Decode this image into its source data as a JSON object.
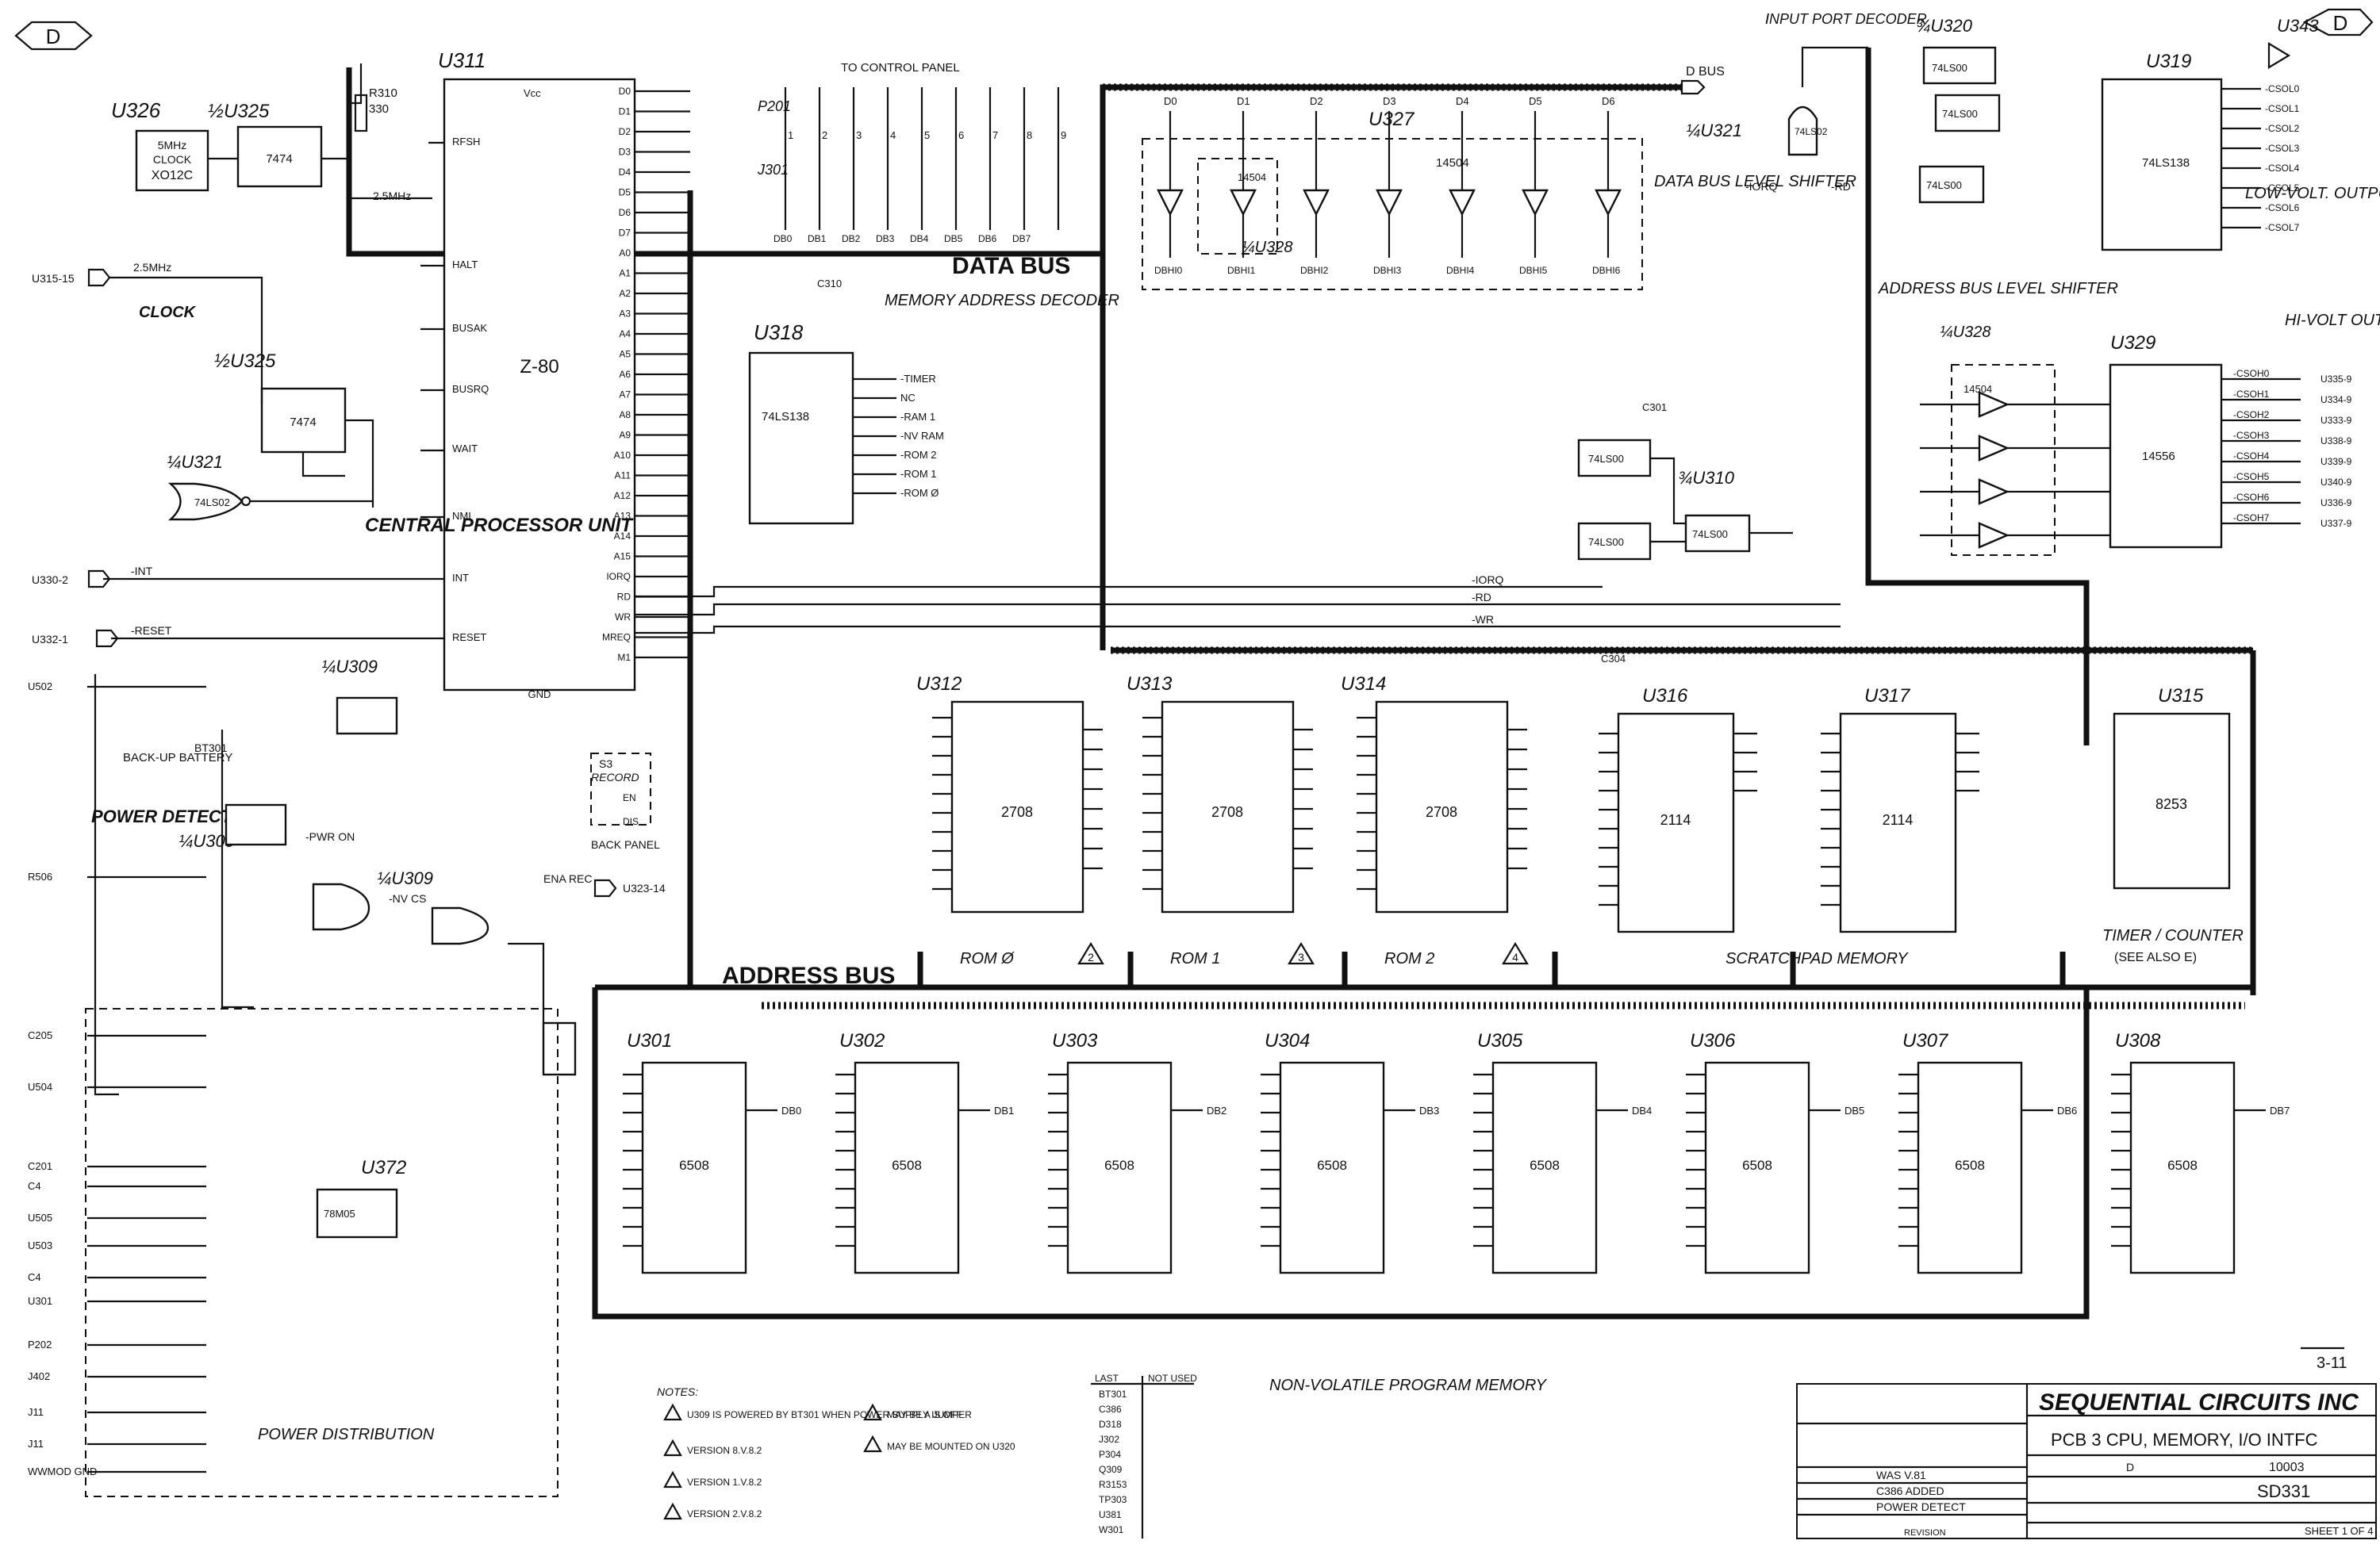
{
  "sheet": {
    "corner_left": "D",
    "corner_right": "D",
    "page_ref": "3-11"
  },
  "cpu": {
    "ref": "U311",
    "part": "Z-80",
    "label": "CENTRAL PROCESSOR UNIT",
    "pins_left": [
      "RFSH",
      "HALT",
      "BUSAK",
      "BUSRQ",
      "WAIT",
      "NMI",
      "INT",
      "RESET"
    ],
    "pins_right": [
      "D0",
      "D1",
      "D2",
      "D3",
      "D4",
      "D5",
      "D6",
      "D7",
      "A0",
      "A1",
      "A2",
      "A3",
      "A4",
      "A5",
      "A6",
      "A7",
      "A8",
      "A9",
      "A10",
      "A11",
      "A12",
      "A13",
      "A14",
      "A15",
      "IORQ",
      "RD",
      "WR",
      "MREQ",
      "M1"
    ],
    "vcc": "Vcc",
    "gnd": "GND"
  },
  "clock": {
    "label": "CLOCK",
    "u326": "U326",
    "osc_lines": [
      "5MHz",
      "CLOCK",
      "XO12C"
    ],
    "u325a": "½U325",
    "u325b": "½U325",
    "ff": "7474",
    "freq": "2.5MHz",
    "ext": "U315-15",
    "r310": [
      "R310",
      "330"
    ]
  },
  "signals": {
    "int_ext": "U330-2",
    "int": "-INT",
    "reset_ext": "U332-1",
    "reset": "-RESET"
  },
  "u321": {
    "ref": "¼U321",
    "part": "74LS02"
  },
  "decoder": {
    "ref": "U318",
    "part": "74LS138",
    "title": "MEMORY ADDRESS DECODER",
    "outputs": [
      "-TIMER",
      "NC",
      "-RAM 1",
      "-NV RAM",
      "-ROM 2",
      "-ROM 1",
      "-ROM Ø"
    ],
    "cap": "C310"
  },
  "buses": {
    "data": "DATA BUS",
    "address": "ADDRESS BUS",
    "dbus": "D BUS",
    "control_panel": "TO CONTROL PANEL"
  },
  "control_panel_pins": [
    "1",
    "2",
    "3",
    "4",
    "5",
    "6",
    "7",
    "8",
    "9"
  ],
  "control_panel_nets": [
    "DB0",
    "DB1",
    "DB2",
    "DB3",
    "DB4",
    "DB5",
    "DB6",
    "DB7"
  ],
  "connectors": {
    "p201": "P201",
    "j301": "J301"
  },
  "shifter": {
    "ref": "U327",
    "part": "14504",
    "sub": "¼U328",
    "title": "DATA BUS LEVEL SHIFTER",
    "inputs": [
      "D0",
      "D1",
      "D2",
      "D3",
      "D4",
      "D5",
      "D6"
    ],
    "outputs": [
      "DBHI0",
      "DBHI1",
      "DBHI2",
      "DBHI3",
      "DBHI4",
      "DBHI5",
      "DBHI6"
    ]
  },
  "input_port": {
    "title": "INPUT PORT DECODER",
    "ref": "¼U321",
    "part": "74LS02",
    "iorq": "-IORQ",
    "rd": "-RD"
  },
  "u320": {
    "ref": "¾U320",
    "part": "74LS00"
  },
  "u319": {
    "ref": "U319",
    "part": "74LS138",
    "title": "LOW-VOLT. OUTPUT PORT DECODER",
    "outputs": [
      "-CSOL0",
      "-CSOL1",
      "-CSOL2",
      "-CSOL3",
      "-CSOL4",
      "-CSOL5",
      "-CSOL6",
      "-CSOL7"
    ]
  },
  "u343": {
    "ref": "U343"
  },
  "u329": {
    "ref": "U329",
    "part": "14556",
    "title": "HI-VOLT OUTPUT PORT DECODER",
    "outputs": [
      "-CSOH0",
      "-CSOH1",
      "-CSOH2",
      "-CSOH3",
      "-CSOH4",
      "-CSOH5",
      "-CSOH6",
      "-CSOH7"
    ],
    "ext": [
      "U335-9",
      "U334-9",
      "U333-9",
      "U338-9",
      "U339-9",
      "U340-9",
      "U336-9",
      "U337-9"
    ]
  },
  "addr_shifter": {
    "title": "ADDRESS BUS LEVEL SHIFTER",
    "ref": "¼U328",
    "part": "14504"
  },
  "u310": {
    "ref": "¾U310",
    "part": "74LS00",
    "cap": "C301"
  },
  "ctrl_nets": {
    "iorq": "-IORQ",
    "rd": "-RD",
    "wr": "-WR"
  },
  "roms": [
    {
      "ref": "U312",
      "part": "2708",
      "label": "ROM Ø",
      "mark": "2"
    },
    {
      "ref": "U313",
      "part": "2708",
      "label": "ROM 1",
      "mark": "3"
    },
    {
      "ref": "U314",
      "part": "2708",
      "label": "ROM 2",
      "mark": "4"
    }
  ],
  "rams": [
    {
      "ref": "U316",
      "part": "2114",
      "cap": "C304"
    },
    {
      "ref": "U317",
      "part": "2114"
    }
  ],
  "scratchpad": "SCRATCHPAD MEMORY",
  "timer": {
    "ref": "U315",
    "part": "8253",
    "label": "TIMER / COUNTER",
    "see": "(SEE ALSO E)"
  },
  "nv_mem": {
    "label": "NON-VOLATILE PROGRAM MEMORY",
    "part": "6508",
    "refs": [
      "U301",
      "U302",
      "U303",
      "U304",
      "U305",
      "U306",
      "U307",
      "U308"
    ],
    "data": [
      "DB0",
      "DB1",
      "DB2",
      "DB3",
      "DB4",
      "DB5",
      "DB6",
      "DB7"
    ]
  },
  "power": {
    "detector": "POWER DETECTOR",
    "distribution": "POWER DISTRIBUTION",
    "u309": "¼U309",
    "battery": "BACK-UP BATTERY",
    "bt": "BT301",
    "pwr_on": "-PWR ON",
    "regulator": "U372",
    "reg_part": "78M05",
    "nvcs": "-NV CS",
    "ena_rec": "ENA REC",
    "ena_ext": "U323-14",
    "record": [
      "S3",
      "RECORD",
      "EN",
      "DIS",
      "BACK PANEL"
    ],
    "left_nets": [
      "U502",
      "R506",
      "C205",
      "U504",
      "C201",
      "C4",
      "U505",
      "U503",
      "C4",
      "U301",
      "P202",
      "J402",
      "J11",
      "J11",
      "WWMOD GND"
    ]
  },
  "notes": {
    "title": "NOTES:",
    "items": [
      "U309 IS POWERED BY BT301 WHEN POWER SUPPLY IS OFF",
      "VERSION 8.V.8.2",
      "VERSION 1.V.8.2",
      "VERSION 2.V.8.2",
      "MAY BE A JUMPER",
      "MAY BE MOUNTED ON U320"
    ]
  },
  "last_used": {
    "headers": [
      "LAST",
      "NOT USED"
    ],
    "items": [
      "BT301",
      "C386",
      "D318",
      "J302",
      "P304",
      "Q309",
      "R3153",
      "TP303",
      "U381",
      "W301"
    ]
  },
  "title_block": {
    "company": "SEQUENTIAL CIRCUITS INC",
    "title": "PCB 3 CPU, MEMORY, I/O INTFC",
    "doc": "SD331",
    "dwg": "10003",
    "size": "D",
    "sheet": "SHEET 1 OF 4",
    "revisions": [
      "WAS V.81",
      "C386 ADDED",
      "POWER DETECT"
    ],
    "rev_header": "REVISION"
  }
}
